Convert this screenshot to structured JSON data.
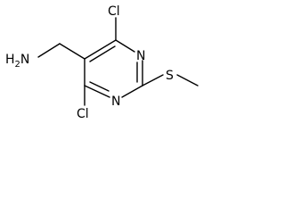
{
  "molecule": {
    "atoms": {
      "cl_top": "Cl",
      "n_upper": "N",
      "n_lower": "N",
      "cl_bottom": "Cl",
      "s": "S",
      "nh2": {
        "main": "H",
        "sub": "2",
        "n": "N"
      }
    }
  }
}
